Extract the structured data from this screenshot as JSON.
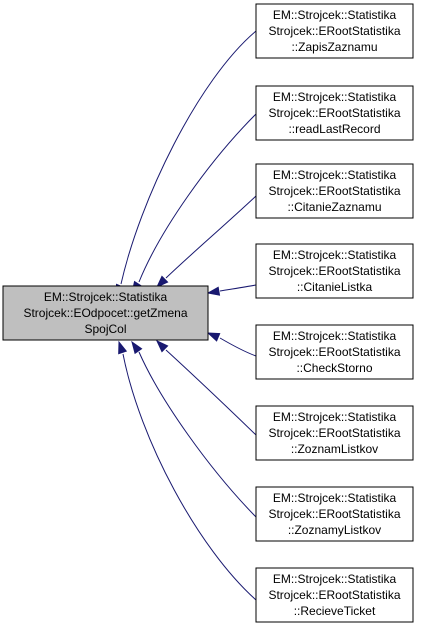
{
  "diagram": {
    "edge_color": "#191970",
    "focus_fill": "#bfbfbf",
    "focus": {
      "lines": [
        "EM::Strojcek::Statistika",
        "Strojcek::EOdpocet::getZmena",
        "SpojCol"
      ]
    },
    "callers": [
      {
        "lines": [
          "EM::Strojcek::Statistika",
          "Strojcek::ERootStatistika",
          "::ZapisZaznamu"
        ]
      },
      {
        "lines": [
          "EM::Strojcek::Statistika",
          "Strojcek::ERootStatistika",
          "::readLastRecord"
        ]
      },
      {
        "lines": [
          "EM::Strojcek::Statistika",
          "Strojcek::ERootStatistika",
          "::CitanieZaznamu"
        ]
      },
      {
        "lines": [
          "EM::Strojcek::Statistika",
          "Strojcek::ERootStatistika",
          "::CitanieListka"
        ]
      },
      {
        "lines": [
          "EM::Strojcek::Statistika",
          "Strojcek::ERootStatistika",
          "::CheckStorno"
        ]
      },
      {
        "lines": [
          "EM::Strojcek::Statistika",
          "Strojcek::ERootStatistika",
          "::ZoznamListkov"
        ]
      },
      {
        "lines": [
          "EM::Strojcek::Statistika",
          "Strojcek::ERootStatistika",
          "::ZoznamyListkov"
        ]
      },
      {
        "lines": [
          "EM::Strojcek::Statistika",
          "Strojcek::ERootStatistika",
          "::RecieveTicket"
        ]
      }
    ]
  }
}
